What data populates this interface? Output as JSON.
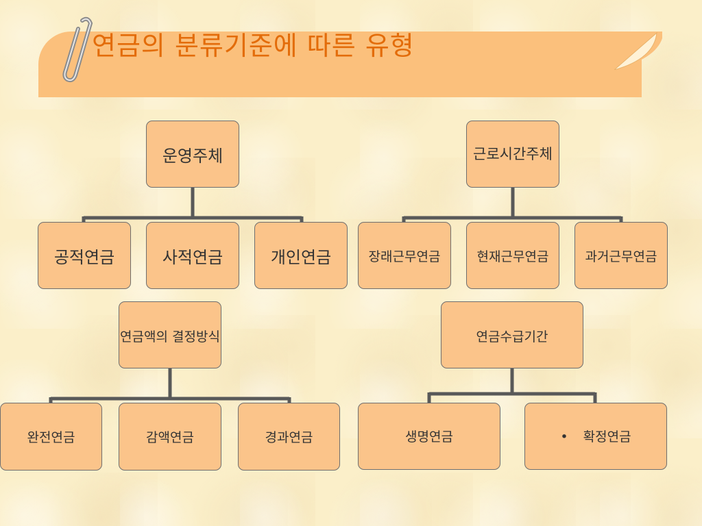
{
  "title": "연금의 분류기준에 따른 유형",
  "diagrams": {
    "operator": {
      "root": "운영주체",
      "children": [
        "공적연금",
        "사적연금",
        "개인연금"
      ]
    },
    "work_period": {
      "root": "근로시간주체",
      "children": [
        "장래근무연금",
        "현재근무연금",
        "과거근무연금"
      ]
    },
    "amount_method": {
      "root": "연금액의 결정방식",
      "children": [
        "완전연금",
        "감액연금",
        "경과연금"
      ]
    },
    "payment_period": {
      "root": "연금수급기간",
      "children": [
        "생명연금",
        "확정연금"
      ]
    }
  },
  "colors": {
    "title_text": "#e36c0a",
    "banner": "#fbc07c",
    "box_fill": "#fbc48a",
    "connector": "#595959"
  }
}
